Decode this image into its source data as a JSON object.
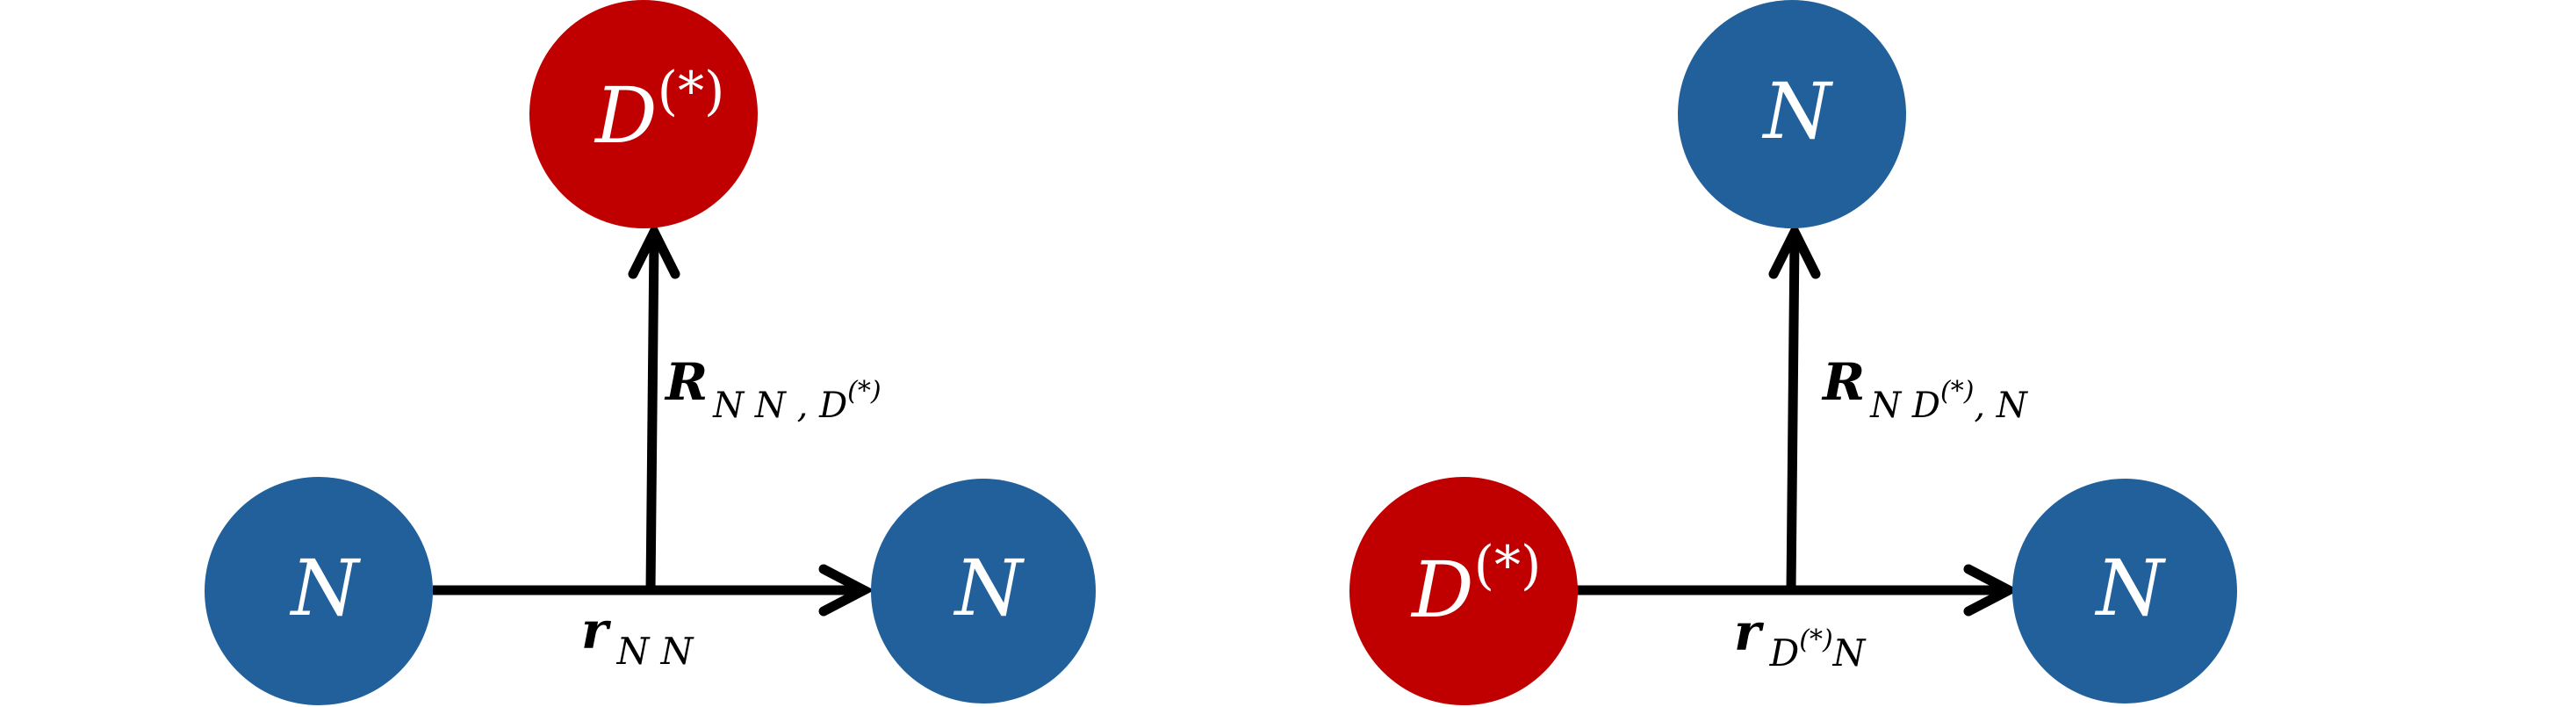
{
  "colors": {
    "nucleon": "#21609b",
    "meson": "#c00000",
    "arrow": "#000000",
    "text_on_node": "#ffffff"
  },
  "left_diagram": {
    "node_top": "D",
    "node_top_sup": "(*)",
    "node_bottom_left": "N",
    "node_bottom_right": "N",
    "vector_R": "R",
    "vector_R_sub": "N N , D",
    "vector_R_sub_sup": "(*)",
    "vector_r": "r",
    "vector_r_sub": "N N"
  },
  "right_diagram": {
    "node_top": "N",
    "node_bottom_left": "D",
    "node_bottom_left_sup": "(*)",
    "node_bottom_right": "N",
    "vector_R": "R",
    "vector_R_sub_pre": "N D",
    "vector_R_sub_sup": "(*)",
    "vector_R_sub_post": ", N",
    "vector_r": "r",
    "vector_r_sub_pre": "D",
    "vector_r_sub_sup": "(*)",
    "vector_r_sub_post": "N"
  }
}
